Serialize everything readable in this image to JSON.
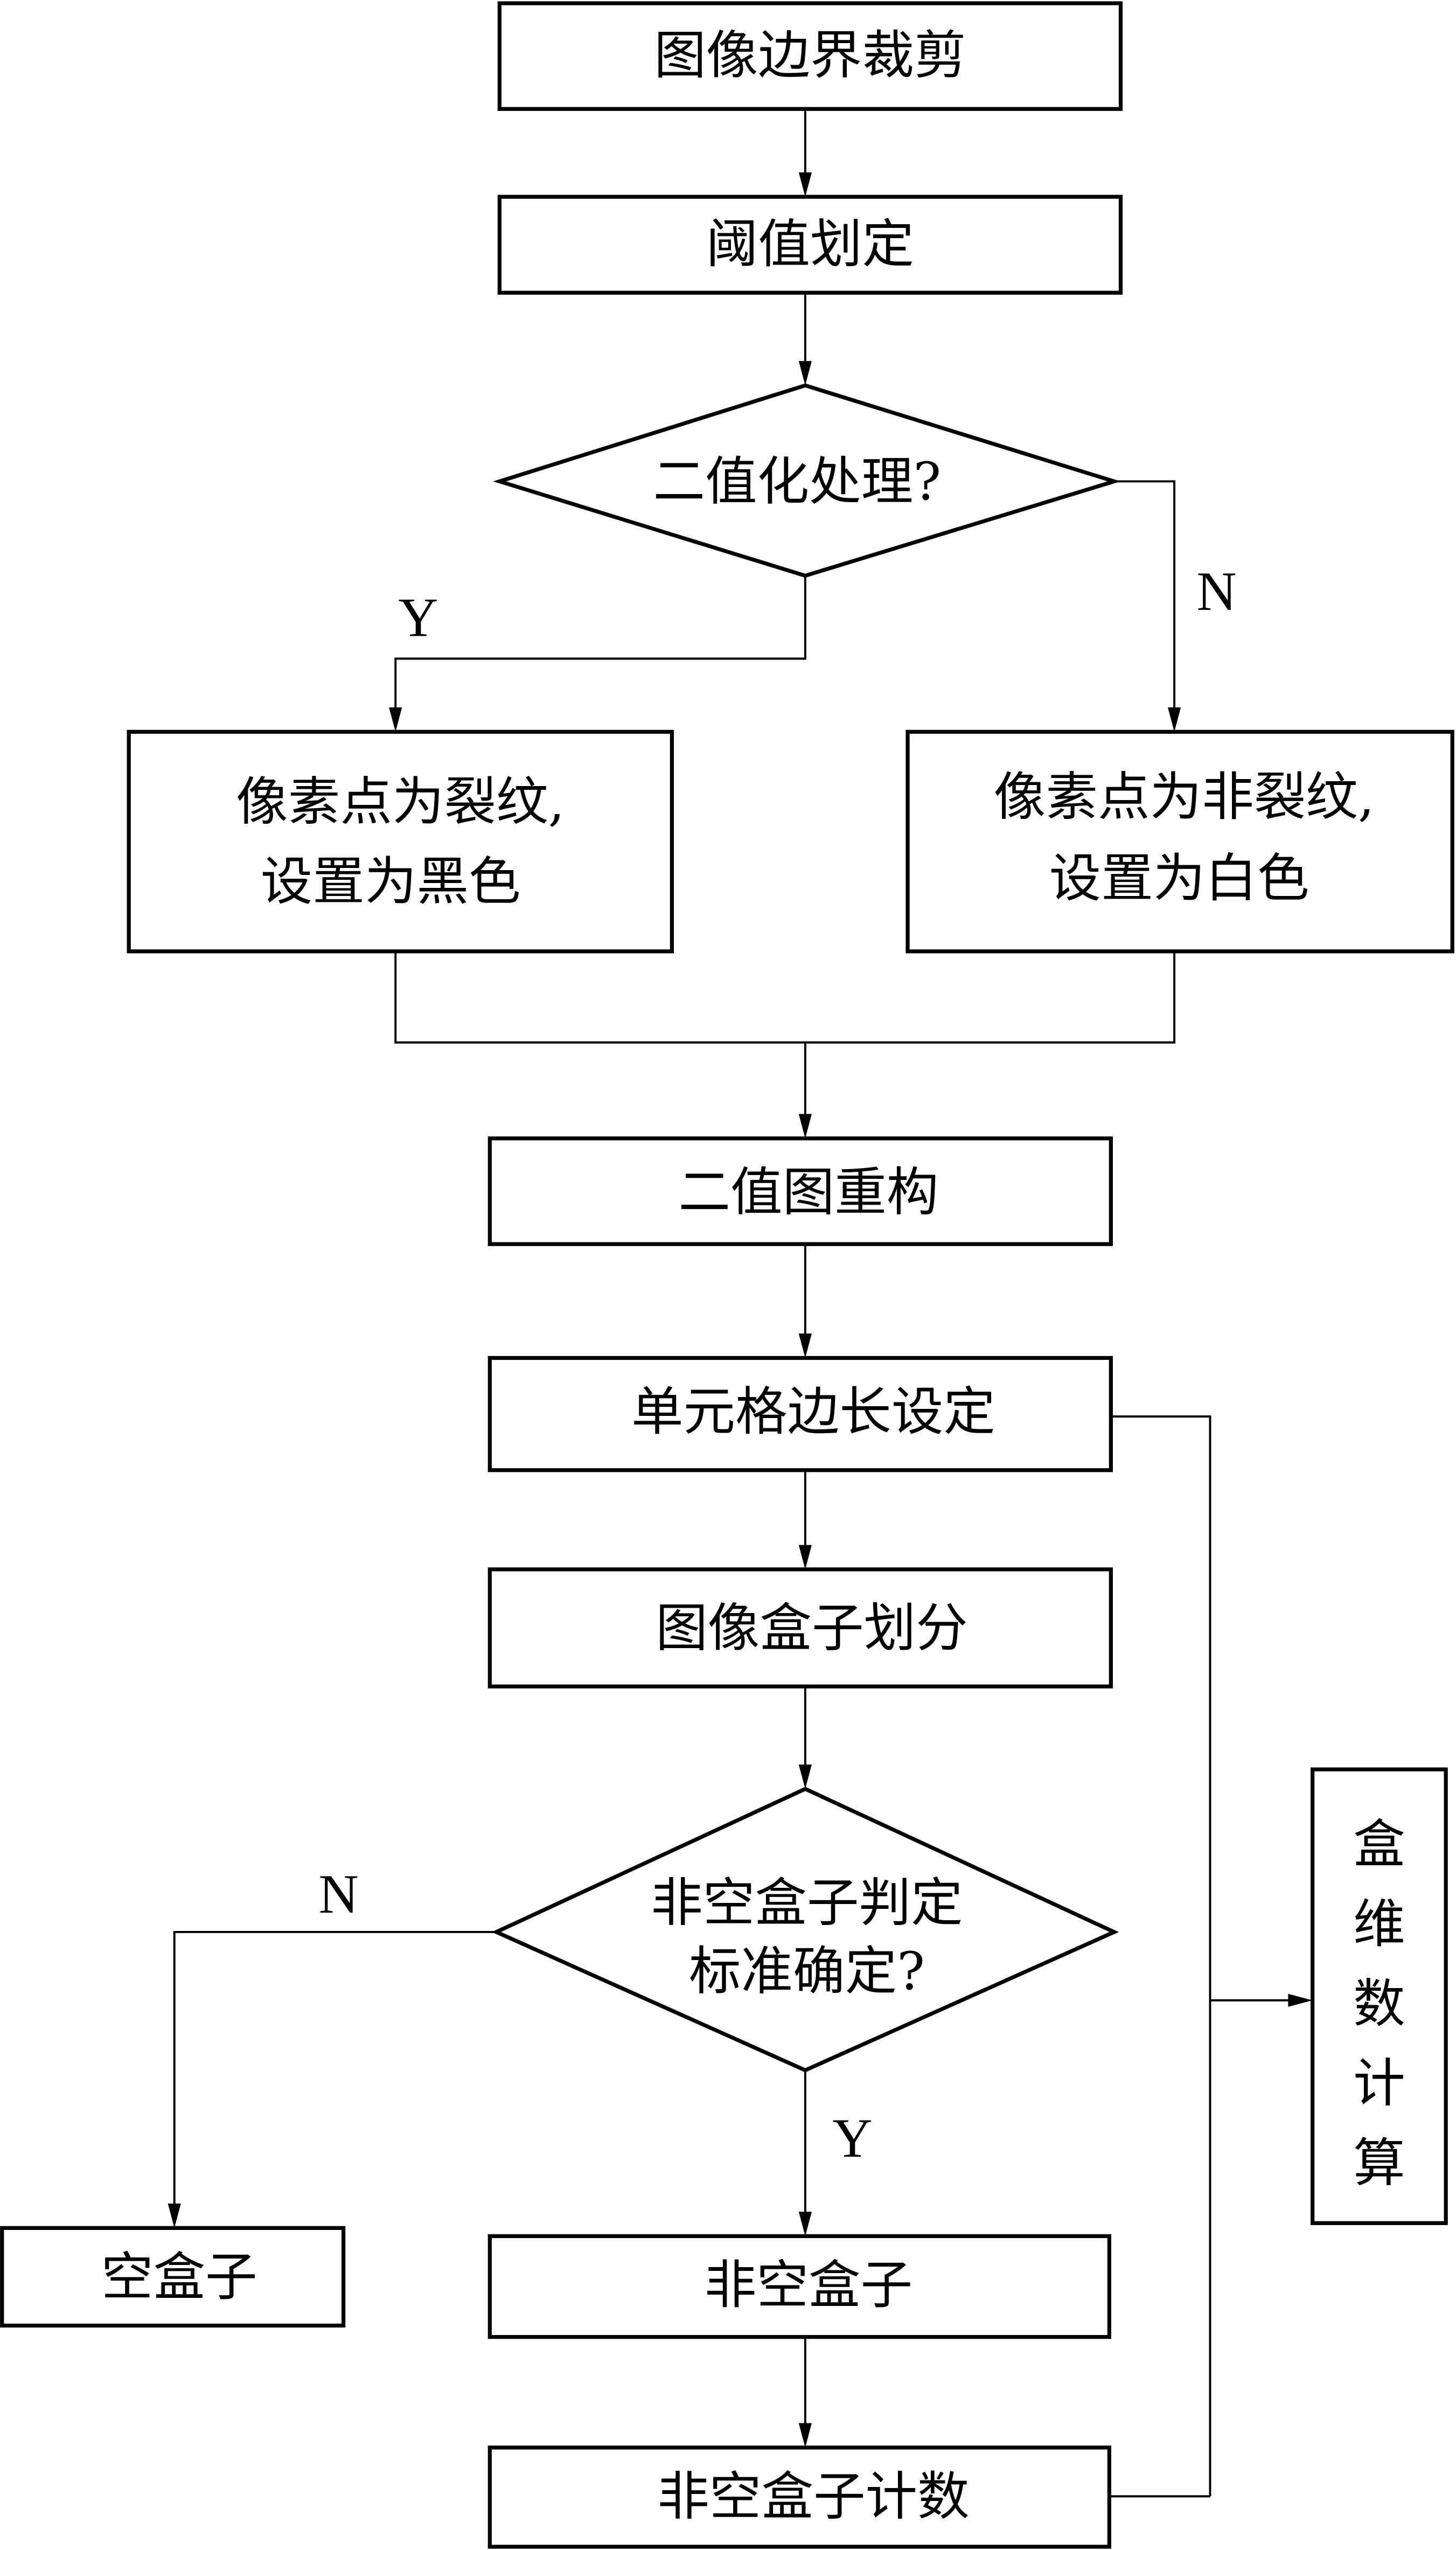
{
  "flowchart": {
    "nodes": {
      "crop": "图像边界裁剪",
      "threshold": "阈值划定",
      "binarize_decision": "二值化处理?",
      "crack_line1": "像素点为裂纹,",
      "crack_line2": "设置为黑色",
      "noncrack_line1": "像素点为非裂纹,",
      "noncrack_line2": "设置为白色",
      "rebuild": "二值图重构",
      "cell_size": "单元格边长设定",
      "box_partition": "图像盒子划分",
      "nonempty_decision_line1": "非空盒子判定",
      "nonempty_decision_line2": "标准确定?",
      "empty_box": "空盒子",
      "nonempty_box": "非空盒子",
      "nonempty_count": "非空盒子计数",
      "box_dimension": [
        "盒",
        "维",
        "数",
        "计",
        "算"
      ]
    },
    "edge_labels": {
      "binarize_yes": "Y",
      "binarize_no": "N",
      "nonempty_yes": "Y",
      "nonempty_no": "N"
    }
  }
}
